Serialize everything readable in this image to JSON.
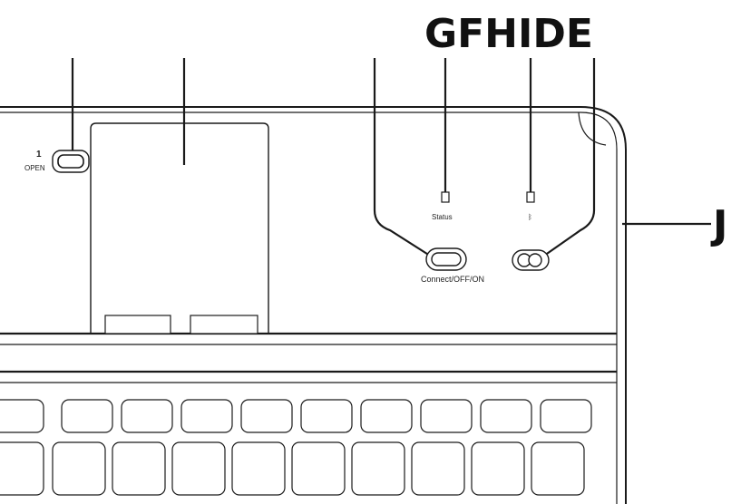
{
  "callouts": {
    "top_letters": "GFHIDE",
    "side_letter": "J"
  },
  "labels": {
    "open_number": "1",
    "open_text": "OPEN",
    "status_text": "Status",
    "bluetooth_symbol": "ᛒ",
    "connect_text": "Connect/OFF/ON"
  },
  "icons": {
    "open-switch": "slide-switch",
    "status-led": "led-indicator",
    "bluetooth-led": "led-indicator",
    "connect-button": "pill-button",
    "power-switch": "slide-switch"
  },
  "colors": {
    "line": "#1a1a1a",
    "background": "#ffffff"
  }
}
